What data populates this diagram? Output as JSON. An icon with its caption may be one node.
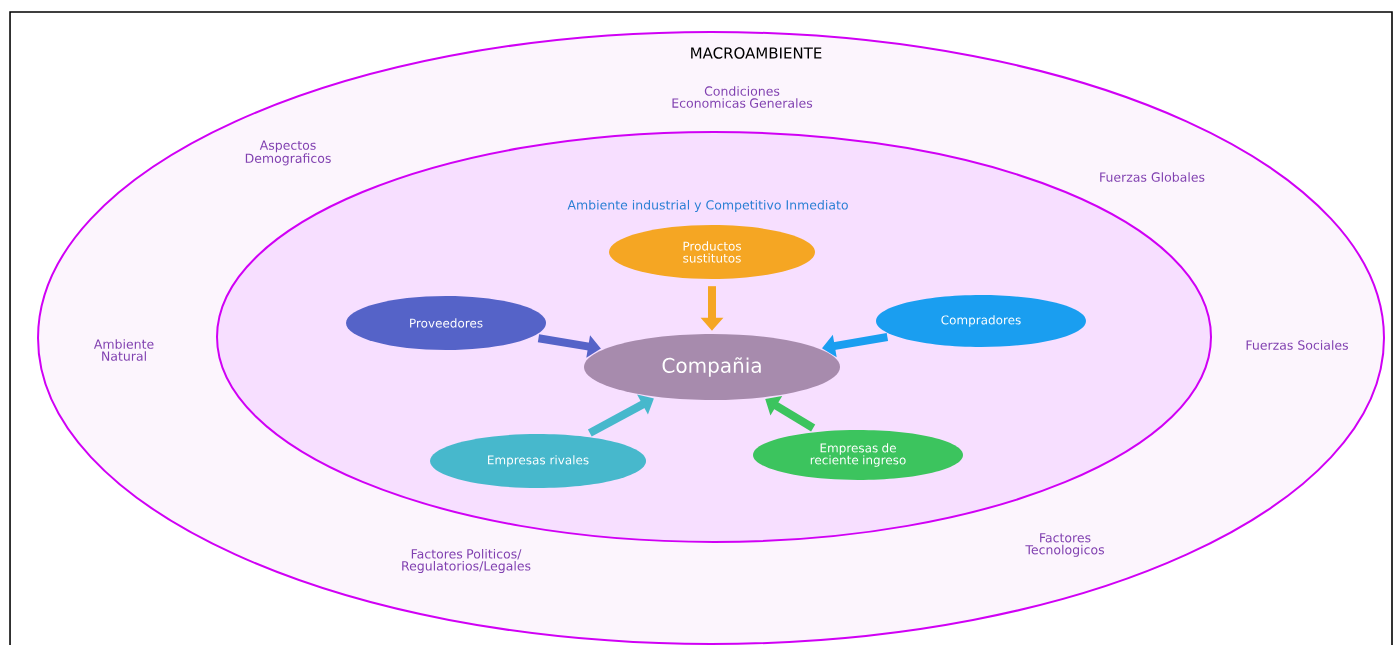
{
  "diagram": {
    "nodes": [
      {
        "text": [
          "MACROAMBIENTE",
          "Condiciones Economicas Generales",
          "Aspectos Demograficos",
          "Fuerzas Globales",
          "Ambiente Natural",
          "Fuerzas Sociales",
          "Factores Politicos/ Regulatorios/Legales",
          "Factores Tecnologicos"
        ]
      },
      {
        "text": [
          "Ambiente industrial y Competitivo Inmediato"
        ],
        "in": 0
      },
      {
        "text": [
          "Productos sustitutos"
        ],
        "in": 1
      },
      {
        "text": [
          "Proveedores"
        ],
        "in": 1
      },
      {
        "text": [
          "Compañia"
        ],
        "in": 1
      },
      {
        "text": [
          "Compradores"
        ],
        "in": 1
      },
      {
        "text": [
          "Empresas rivales"
        ],
        "in": 1
      },
      {
        "text": [
          "Empresas de reciente ingreso"
        ],
        "in": 1
      }
    ],
    "edges": [
      {
        "from": 2,
        "to": 4,
        "arrow": "to",
        "color": "#f5a623"
      },
      {
        "from": 3,
        "to": 4,
        "arrow": "to",
        "color": "#5563c8"
      },
      {
        "from": 5,
        "to": 4,
        "arrow": "to",
        "color": "#1a9ef0"
      },
      {
        "from": 6,
        "to": 4,
        "arrow": "to",
        "color": "#47b8cc"
      },
      {
        "from": 7,
        "to": 4,
        "arrow": "to",
        "color": "#3cc45e"
      }
    ]
  }
}
